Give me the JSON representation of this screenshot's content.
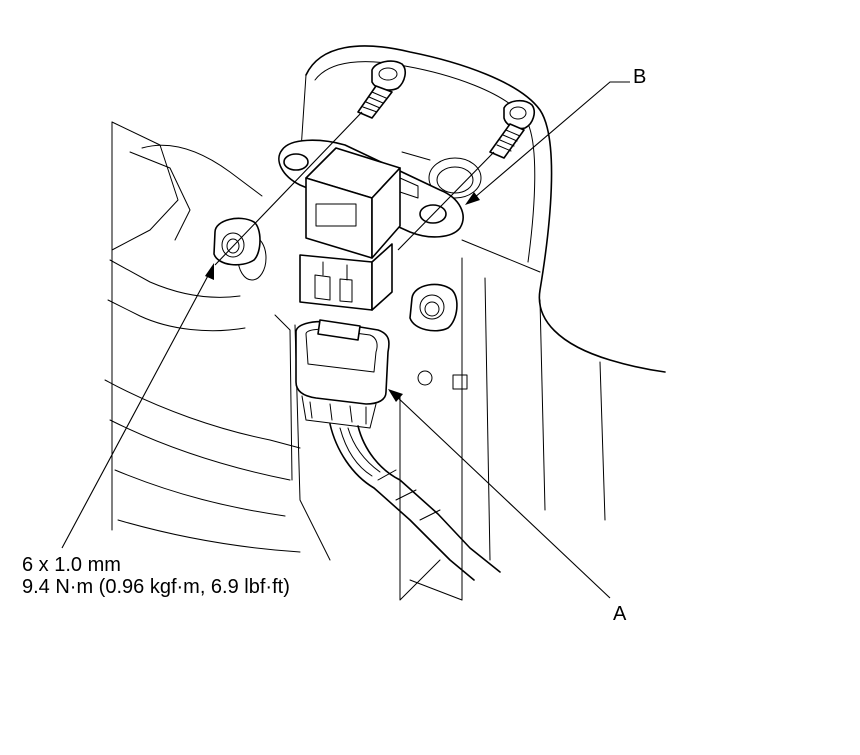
{
  "callouts": {
    "a": "A",
    "b": "B"
  },
  "fastener_spec": {
    "size": "6 x 1.0 mm",
    "torque": "9.4 N·m (0.96 kgf·m, 6.9 lbf·ft)"
  }
}
